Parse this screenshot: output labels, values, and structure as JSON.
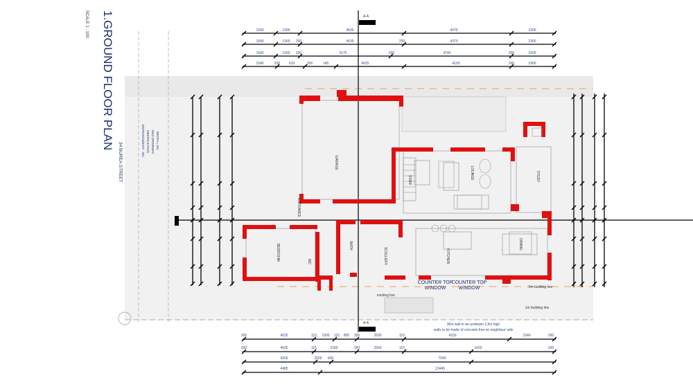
{
  "title": "1.GROUND FLOOR PLAN",
  "scale": "SCALE  1 : 100",
  "address": "34 BUREA STREET",
  "entrance_note": [
    "ENTRANCE/EXIT - NO",
    "OBSTRUCTION",
    "MAX DRIVEWAY",
    "WIDTH = 3m"
  ],
  "section_marker": "A-A",
  "windows": {
    "counter_top_1": [
      "COUNTER TOP",
      "WINDOW"
    ],
    "counter_top_2": [
      "COUNTER TOP",
      "WINDOW"
    ]
  },
  "notes": {
    "boundary_wall": [
      "30m wall to be underpin 1.8m high",
      "walls to be made of concrete free on neighbour side"
    ],
    "building_line_bottom": "existing line",
    "building_line_right": "2m building line",
    "building_line_far": "1m building line"
  },
  "rooms": {
    "garage": "GARAGE",
    "lounge": "LOUNGE",
    "study": "STUDY",
    "dining": "DINING",
    "kitchen": "KITCHEN",
    "scullery": "SCULLERY",
    "bedroom": "BEDROOM",
    "wc": "WC",
    "bath": "BATH",
    "entrance": "ENTRANCE",
    "stair": "STAIR"
  },
  "dimensions": {
    "top": [
      [
        "1540",
        "1365",
        "4530",
        "4370",
        "2300"
      ],
      [
        "1540",
        "1365",
        "200",
        "4530",
        "200",
        "4370",
        "2300"
      ],
      [
        "1540",
        "1365",
        "200",
        "3175",
        "200",
        "4740",
        "200",
        "2300"
      ],
      [
        "1540",
        "200",
        "610",
        "200",
        "145",
        "4025",
        "4150",
        "200",
        "2300"
      ]
    ],
    "bottom": [
      [
        "200",
        "4025",
        "115",
        "1005",
        "115",
        "805",
        "200",
        "2500",
        "115",
        "4150",
        "2340",
        "200"
      ],
      [
        "200",
        "4025",
        "115",
        "2180",
        "200",
        "2500",
        "115",
        "1603",
        "200"
      ],
      [
        "4255",
        "2000",
        "600",
        "7540"
      ],
      [
        "4485",
        "13445"
      ]
    ]
  },
  "colors": {
    "wall": "#e01010",
    "dimension_text": "#2a4a8a",
    "site": "#f1f1f1"
  }
}
